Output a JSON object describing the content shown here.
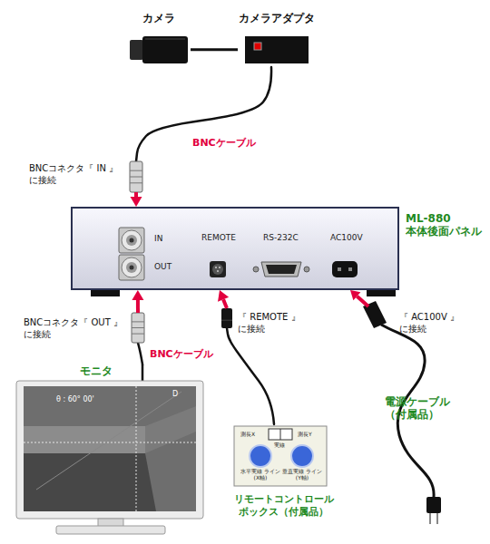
{
  "diagram": {
    "nodes": [
      {
        "text": [
          "カメラ"
        ]
      },
      {
        "text": [
          "カメラアダプタ"
        ]
      },
      {
        "text": [
          "ML-880 本体後面パネル"
        ]
      },
      {
        "text": [
          "モニタ"
        ]
      },
      {
        "text": [
          "リモートコントロール ボックス（付属品）"
        ]
      }
    ],
    "edges": [
      {
        "from": 0,
        "to": 1,
        "arrow": "none"
      },
      {
        "from": 1,
        "to": 2,
        "arrow": "to",
        "label": "BNCケーブル"
      },
      {
        "from": 3,
        "to": 2,
        "arrow": "to",
        "label": "BNCケーブル"
      },
      {
        "from": 4,
        "to": 2,
        "arrow": "to"
      }
    ],
    "labels": [
      "BNCコネクタ『 IN 』 に接続",
      "IN",
      "OUT",
      "REMOTE",
      "RS-232C",
      "AC100V",
      "BNCコネクタ『 OUT 』 に接続",
      "θ : 60° 00'",
      "D",
      "『 REMOTE 』 に接続",
      "『 AC100V 』 に接続",
      "電源ケーブル （付属品）",
      "測長X",
      "実線",
      "測長Y",
      "水平実線 ライン(X軸)",
      "垂直実線 ライン(Y軸)"
    ]
  }
}
